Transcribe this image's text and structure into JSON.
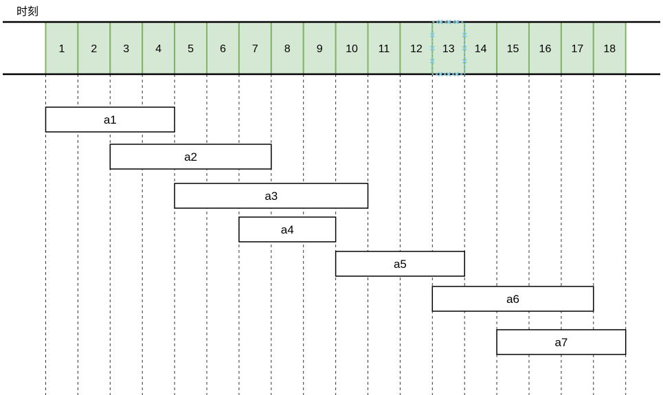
{
  "title": "时刻",
  "slots": [
    "1",
    "2",
    "3",
    "4",
    "5",
    "6",
    "7",
    "8",
    "9",
    "10",
    "11",
    "12",
    "13",
    "14",
    "15",
    "16",
    "17",
    "18"
  ],
  "selected_slot": "13",
  "intervals": [
    {
      "label": "a1",
      "start": 1,
      "end": 4
    },
    {
      "label": "a2",
      "start": 3,
      "end": 7
    },
    {
      "label": "a3",
      "start": 5,
      "end": 10
    },
    {
      "label": "a4",
      "start": 7,
      "end": 9
    },
    {
      "label": "a5",
      "start": 10,
      "end": 13
    },
    {
      "label": "a6",
      "start": 13,
      "end": 17
    },
    {
      "label": "a7",
      "start": 15,
      "end": 18
    }
  ],
  "colors": {
    "slot_fill": "#d5e8d4",
    "slot_border": "#82b366",
    "selection": "#7ec8e3",
    "line": "#000000",
    "bar_fill": "#ffffff"
  }
}
